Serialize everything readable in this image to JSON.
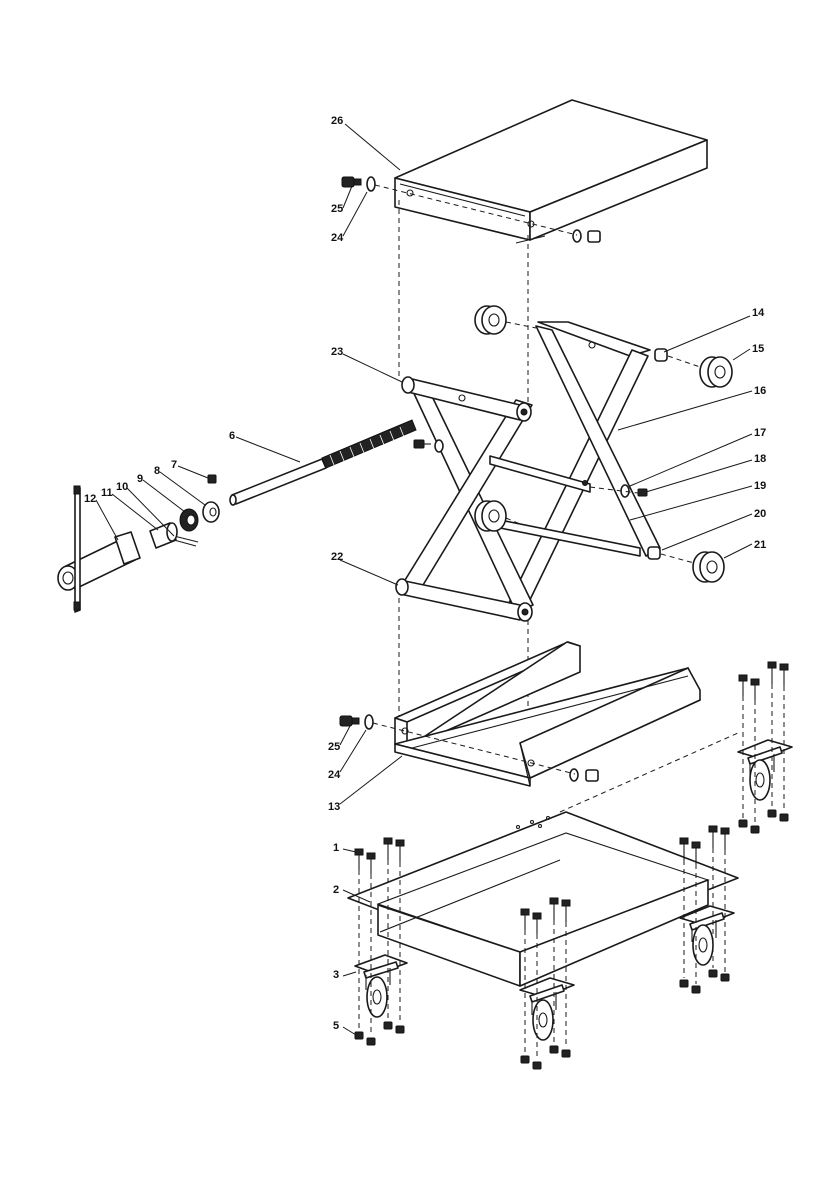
{
  "callouts": {
    "c1": "1",
    "c2": "2",
    "c3": "3",
    "c5": "5",
    "c6": "6",
    "c7": "7",
    "c8": "8",
    "c9": "9",
    "c10": "10",
    "c11": "11",
    "c12": "12",
    "c13": "13",
    "c14": "14",
    "c15": "15",
    "c16": "16",
    "c17": "17",
    "c18": "18",
    "c19": "19",
    "c20": "20",
    "c21": "21",
    "c22": "22",
    "c23": "23",
    "c24a": "24",
    "c24b": "24",
    "c25a": "25",
    "c25b": "25",
    "c26": "26"
  },
  "colors": {
    "line": "#1a1a1a",
    "background": "#ffffff"
  }
}
